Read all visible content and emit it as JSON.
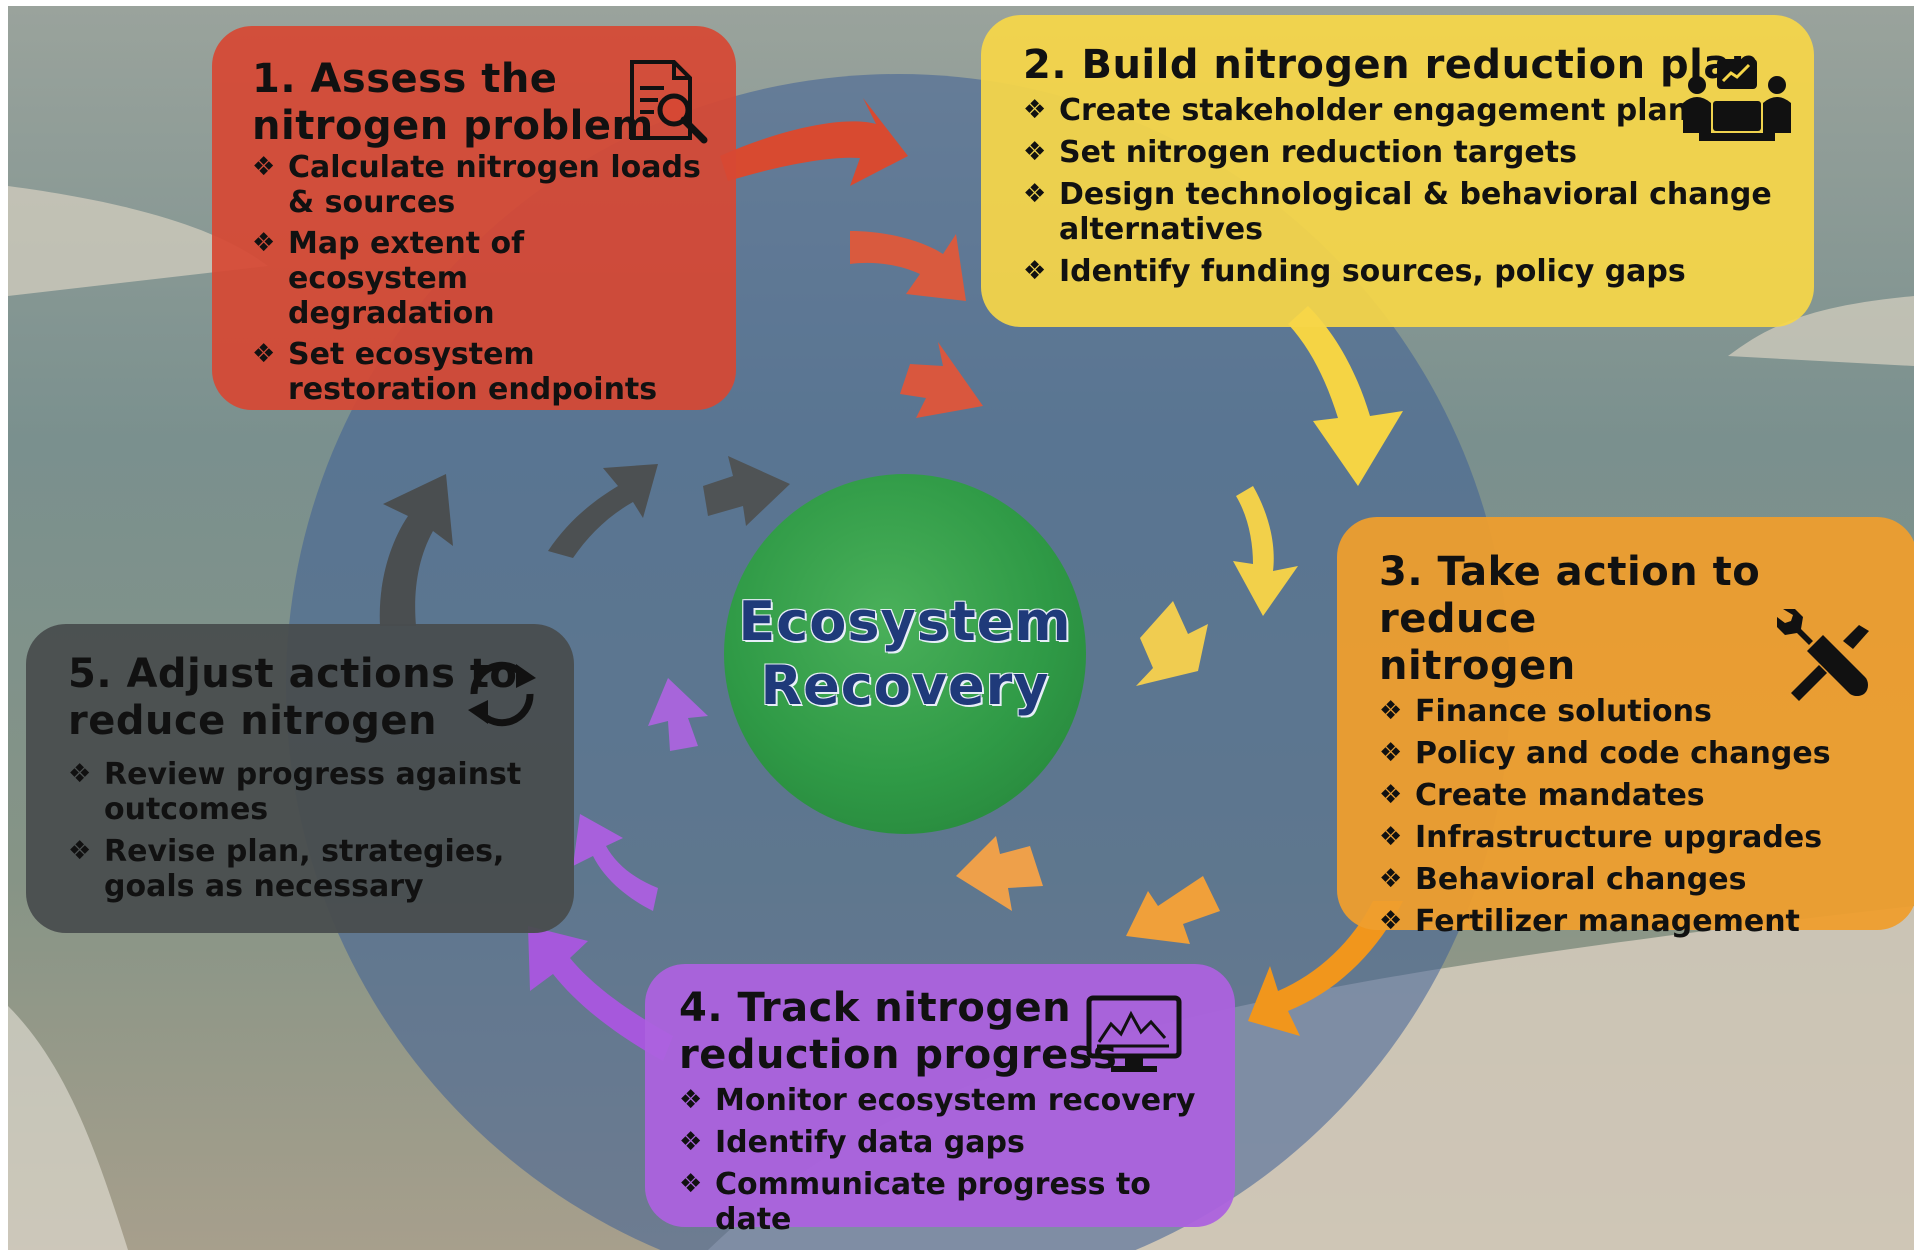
{
  "center": {
    "line1": "Ecosystem",
    "line2": "Recovery"
  },
  "colors": {
    "step1": "#d64834",
    "step2": "#f6d648",
    "step3": "#ee9e2e",
    "step4": "#ac62de",
    "step5": "#484c4e",
    "center": "#2f9a46",
    "center_text": "#1f3a7a"
  },
  "steps": [
    {
      "title_lines": [
        "1. Assess the",
        "nitrogen problem"
      ],
      "icon": "document-search-icon",
      "bullets": [
        [
          "Calculate nitrogen loads",
          "& sources"
        ],
        [
          "Map extent of ecosystem",
          "degradation"
        ],
        [
          "Set ecosystem",
          "restoration endpoints"
        ]
      ]
    },
    {
      "title_lines": [
        "2. Build nitrogen reduction plan"
      ],
      "icon": "meeting-presentation-icon",
      "bullets": [
        [
          "Create stakeholder engagement plan"
        ],
        [
          "Set nitrogen reduction targets"
        ],
        [
          "Design technological & behavioral change",
          "alternatives"
        ],
        [
          "Identify funding sources, policy gaps"
        ]
      ]
    },
    {
      "title_lines": [
        "3. Take action to reduce",
        "nitrogen"
      ],
      "icon": "wrench-screwdriver-icon",
      "bullets": [
        [
          "Finance solutions"
        ],
        [
          "Policy and code changes"
        ],
        [
          "Create mandates"
        ],
        [
          "Infrastructure upgrades"
        ],
        [
          "Behavioral changes"
        ],
        [
          "Fertilizer management"
        ]
      ]
    },
    {
      "title_lines": [
        "4. Track nitrogen",
        "reduction progress"
      ],
      "icon": "monitor-chart-icon",
      "bullets": [
        [
          "Monitor ecosystem recovery"
        ],
        [
          "Identify data gaps"
        ],
        [
          "Communicate progress to date"
        ]
      ]
    },
    {
      "title_lines": [
        "5. Adjust actions to",
        "reduce nitrogen"
      ],
      "icon": "refresh-cycle-icon",
      "bullets": [
        [
          "Review progress against",
          "outcomes"
        ],
        [
          "Revise plan, strategies,",
          "goals as necessary"
        ]
      ]
    }
  ]
}
